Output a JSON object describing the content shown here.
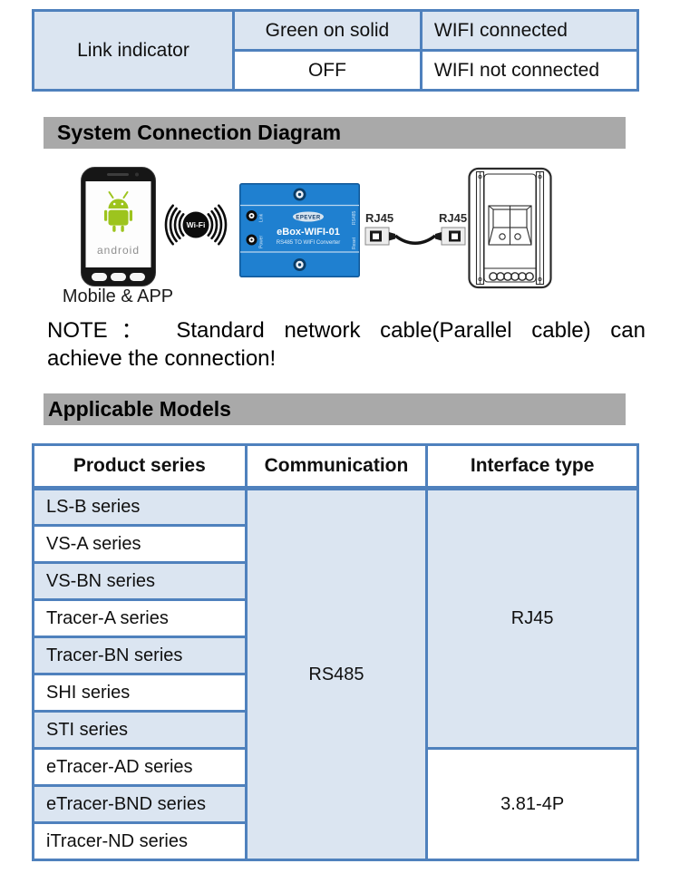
{
  "colors": {
    "table_border": "#4f81bd",
    "cell_blue": "#dbe5f1",
    "section_bar_gray": "#a9a9a9",
    "device_blue": "#1f80d0",
    "android_green": "#9dc41e"
  },
  "link_table": {
    "row_label": "Link indicator",
    "rows": [
      {
        "state": "Green on solid",
        "meaning": "WIFI connected"
      },
      {
        "state": "OFF",
        "meaning": "WIFI not connected"
      }
    ]
  },
  "section1": {
    "title": "System Connection Diagram"
  },
  "diagram": {
    "phone_caption": "Mobile & APP",
    "android_text": "android",
    "wifi_icon_text": "Wi-Fi",
    "device": {
      "brand": "EPEVER",
      "model": "eBox-WIFI-01",
      "subtitle": "RS485 TO WIFI Converter",
      "led_labels": [
        "Link",
        "Power"
      ],
      "side_labels": [
        "RS485",
        "Reset"
      ]
    },
    "cable_label_left": "RJ45",
    "cable_label_right": "RJ45"
  },
  "note": {
    "line1": "NOTE： Standard network cable(Parallel cable) can",
    "line2": "achieve the connection!"
  },
  "section2": {
    "title": "Applicable Models"
  },
  "models_table": {
    "headers": [
      "Product series",
      "Communication",
      "Interface type"
    ],
    "products": [
      "LS-B series",
      "VS-A series",
      "VS-BN series",
      "Tracer-A series",
      "Tracer-BN series",
      "SHI series",
      "STI series",
      "eTracer-AD series",
      "eTracer-BND series",
      "iTracer-ND series"
    ],
    "communication": "RS485",
    "interface_rj45": "RJ45",
    "interface_381": "3.81-4P"
  }
}
